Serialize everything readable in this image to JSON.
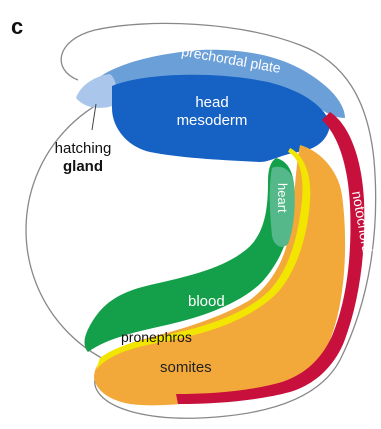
{
  "panel_letter": "c",
  "labels": {
    "prechordal_plate": "prechordal plate",
    "head_mesoderm_line1": "head",
    "head_mesoderm_line2": "mesoderm",
    "hatching_gland_line1": "hatching",
    "hatching_gland_line2": "gland",
    "heart": "heart",
    "notochord": "notochord",
    "blood": "blood",
    "pronephros": "pronephros",
    "somites": "somites"
  },
  "colors": {
    "prechordal_plate": "#6b9fd8",
    "hatching_gland": "#aac6ea",
    "head_mesoderm": "#1561c4",
    "notochord": "#c8103c",
    "heart": "#55b88a",
    "blood": "#14a04a",
    "pronephros": "#f2e600",
    "somites": "#f2a93a",
    "outline": "#888888"
  }
}
